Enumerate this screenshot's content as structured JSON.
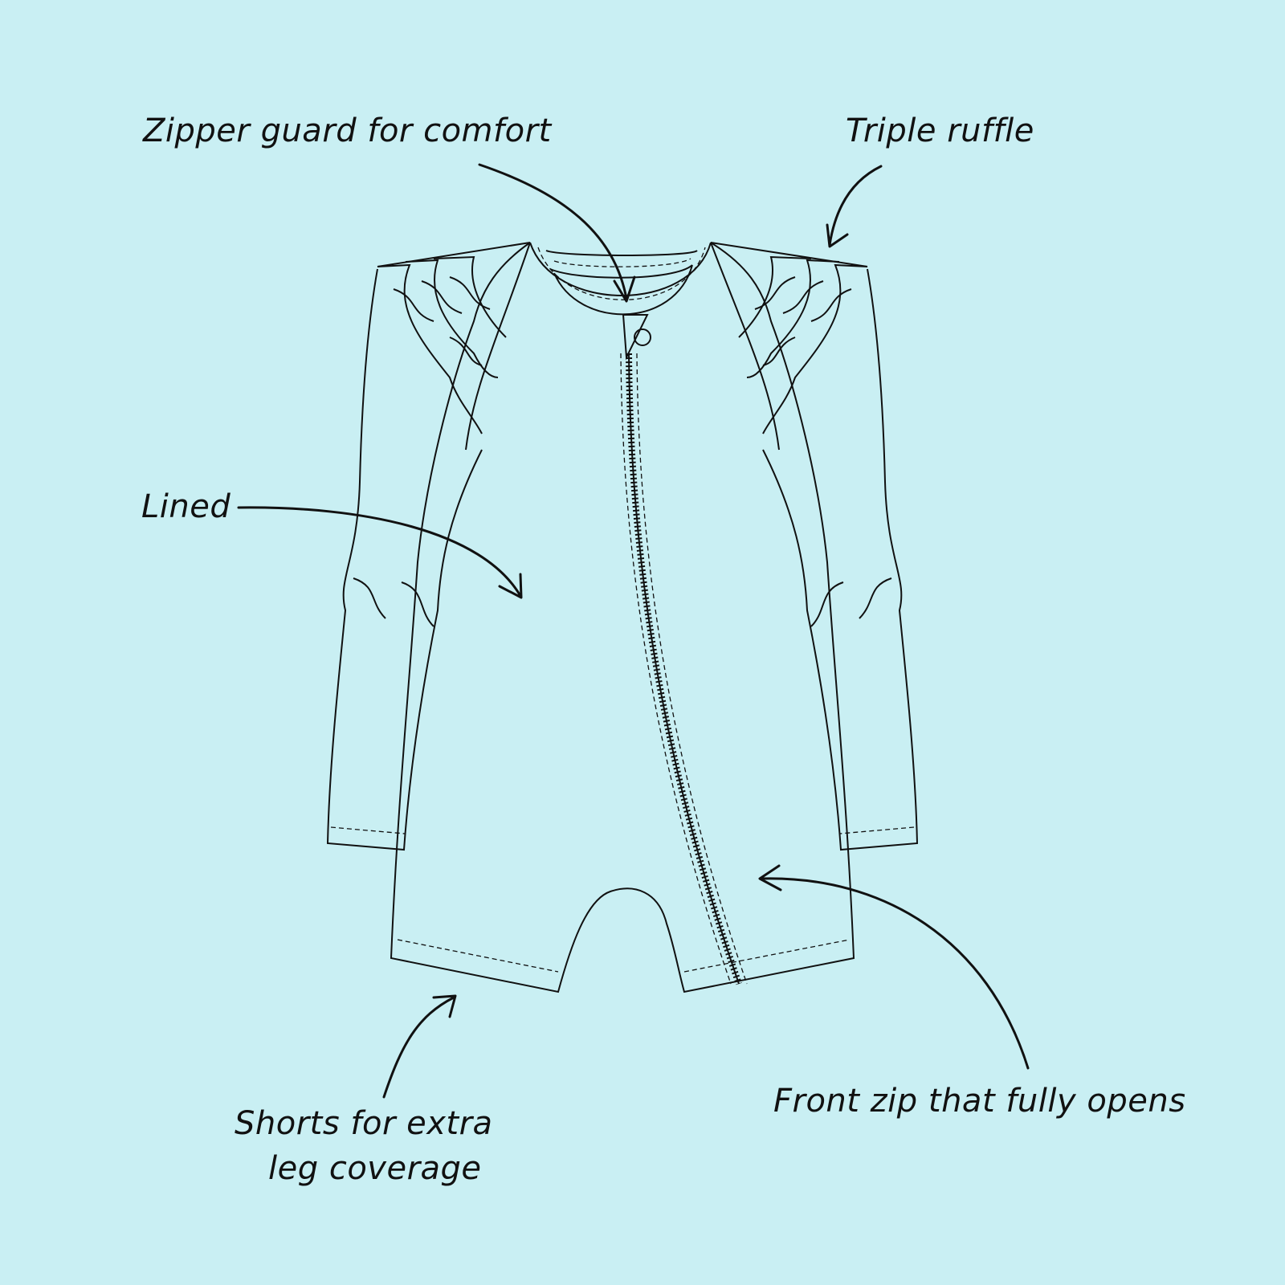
{
  "labels": {
    "zipper_guard": "Zipper guard for comfort",
    "triple_ruffle": "Triple ruffle",
    "lined": "Lined",
    "front_zip": "Front zip that fully opens",
    "shorts_line1": "Shorts for extra",
    "shorts_line2": "leg coverage"
  },
  "colors": {
    "background": "#c9eff3",
    "ink": "#111111"
  }
}
